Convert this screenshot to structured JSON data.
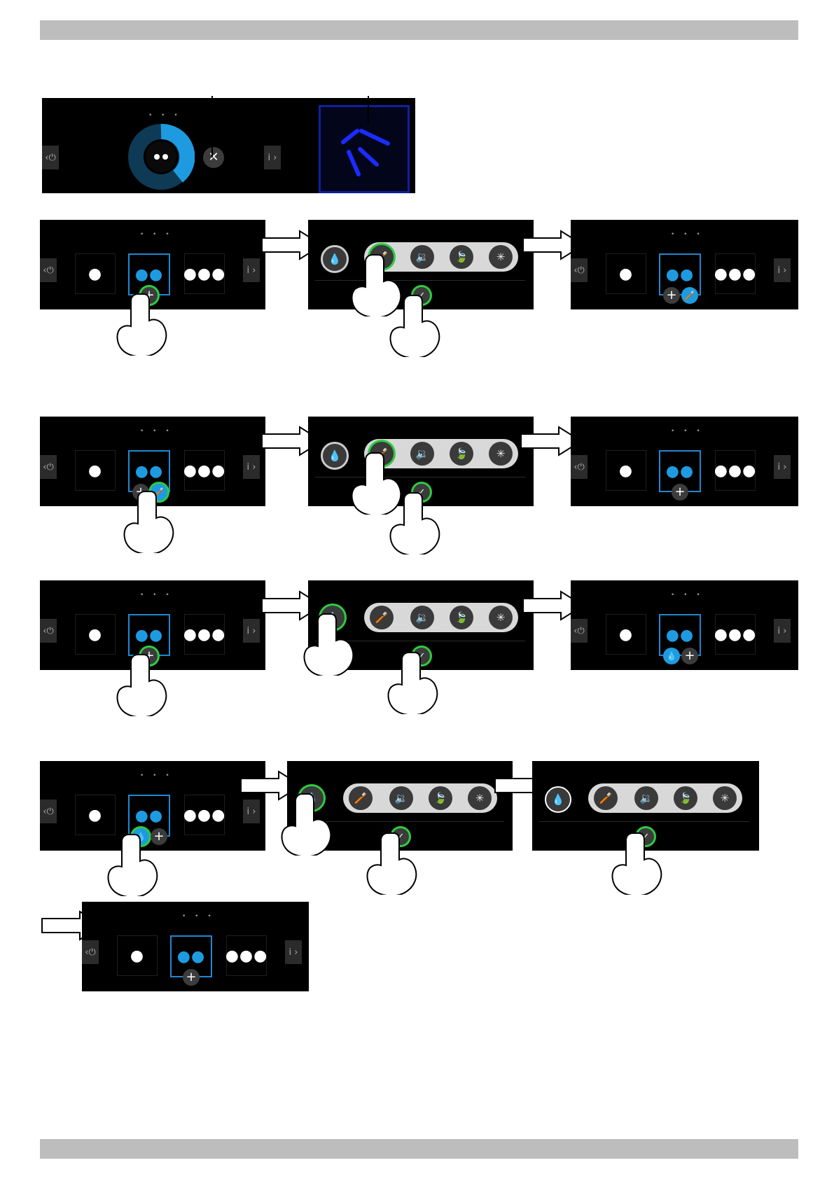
{
  "page": {
    "width": 1191,
    "height": 1684
  },
  "icons": {
    "power": "power-icon",
    "info": "info-icon",
    "plus": "plus-icon",
    "drops": "water-drops-icon",
    "brush": "brush-icon",
    "volume_down": "volume-down-icon",
    "leaf": "eco-leaf-icon",
    "spinner": "loading-icon",
    "check": "check-icon",
    "close": "close-icon",
    "hand": "pointing-hand-icon",
    "arrow": "right-arrow-icon"
  },
  "glyphs": {
    "page_dots": "• • •",
    "left_tab": "‹⏻",
    "right_tab": "i ›",
    "tile_one": "●",
    "tile_two": "●●",
    "tile_three": "●●●",
    "plus": "+",
    "close": "✕",
    "check": "✓",
    "drops": "💧",
    "brush": "🪥",
    "volume_down": "🔉",
    "leaf": "🍃",
    "spinner": "✳"
  },
  "colors": {
    "accent_blue": "#1e9be0",
    "highlight_green": "#2ecc40",
    "panel_bg": "#000000",
    "header_bar": "#bdbdbd",
    "pill_bg": "#d8d8d8"
  }
}
